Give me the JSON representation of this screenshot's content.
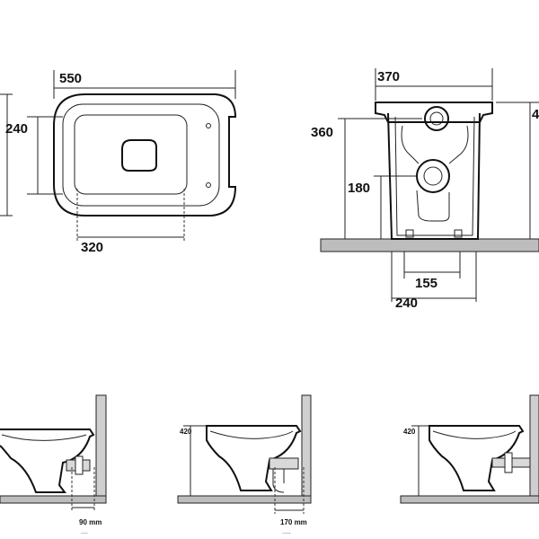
{
  "top_view": {
    "width_label": "550",
    "depth_label": "240",
    "fixing_label": "320"
  },
  "front_view": {
    "width_label": "370",
    "height_label_cut": "4",
    "outlet_height_label": "360",
    "fixing_height_label": "180",
    "inner_width_label": "155",
    "outer_width_label": "240"
  },
  "side_view_1": {
    "outlet_label": "90 mm",
    "outlet_note": "...."
  },
  "side_view_2": {
    "height_label": "420",
    "outlet_label": "170 mm",
    "outlet_note": "....."
  },
  "side_view_3": {
    "height_label": "420"
  },
  "colors": {
    "line": "#111111",
    "floor": "#bdbdbd",
    "wall": "#cfcfcf",
    "pipe": "#d9d9d9"
  }
}
